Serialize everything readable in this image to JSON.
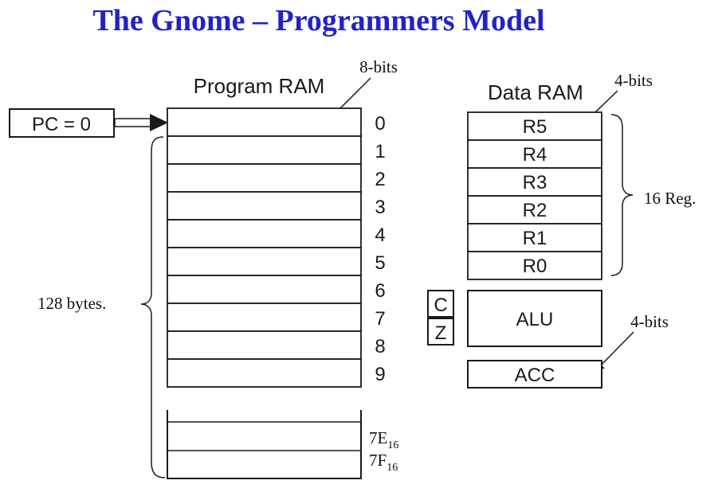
{
  "title": "The Gnome – Programmers Model",
  "program_ram": {
    "label": "Program RAM",
    "width_label": "8-bits",
    "addresses": [
      "0",
      "1",
      "2",
      "3",
      "4",
      "5",
      "6",
      "7",
      "8",
      "9"
    ],
    "tail_addresses": [
      {
        "main": "7E",
        "sub": "16"
      },
      {
        "main": "7F",
        "sub": "16"
      }
    ],
    "size_label": "128 bytes."
  },
  "pc": {
    "label": "PC = 0"
  },
  "data_ram": {
    "label": "Data RAM",
    "width_label": "4-bits",
    "registers": [
      "R5",
      "R4",
      "R3",
      "R2",
      "R1",
      "R0"
    ],
    "count_label": "16 Reg."
  },
  "flags": [
    "C",
    "Z"
  ],
  "alu": {
    "label": "ALU"
  },
  "acc": {
    "label": "ACC",
    "width_label": "4-bits"
  },
  "colors": {
    "title": "#2222c8",
    "ink": "#1a1a1a"
  }
}
